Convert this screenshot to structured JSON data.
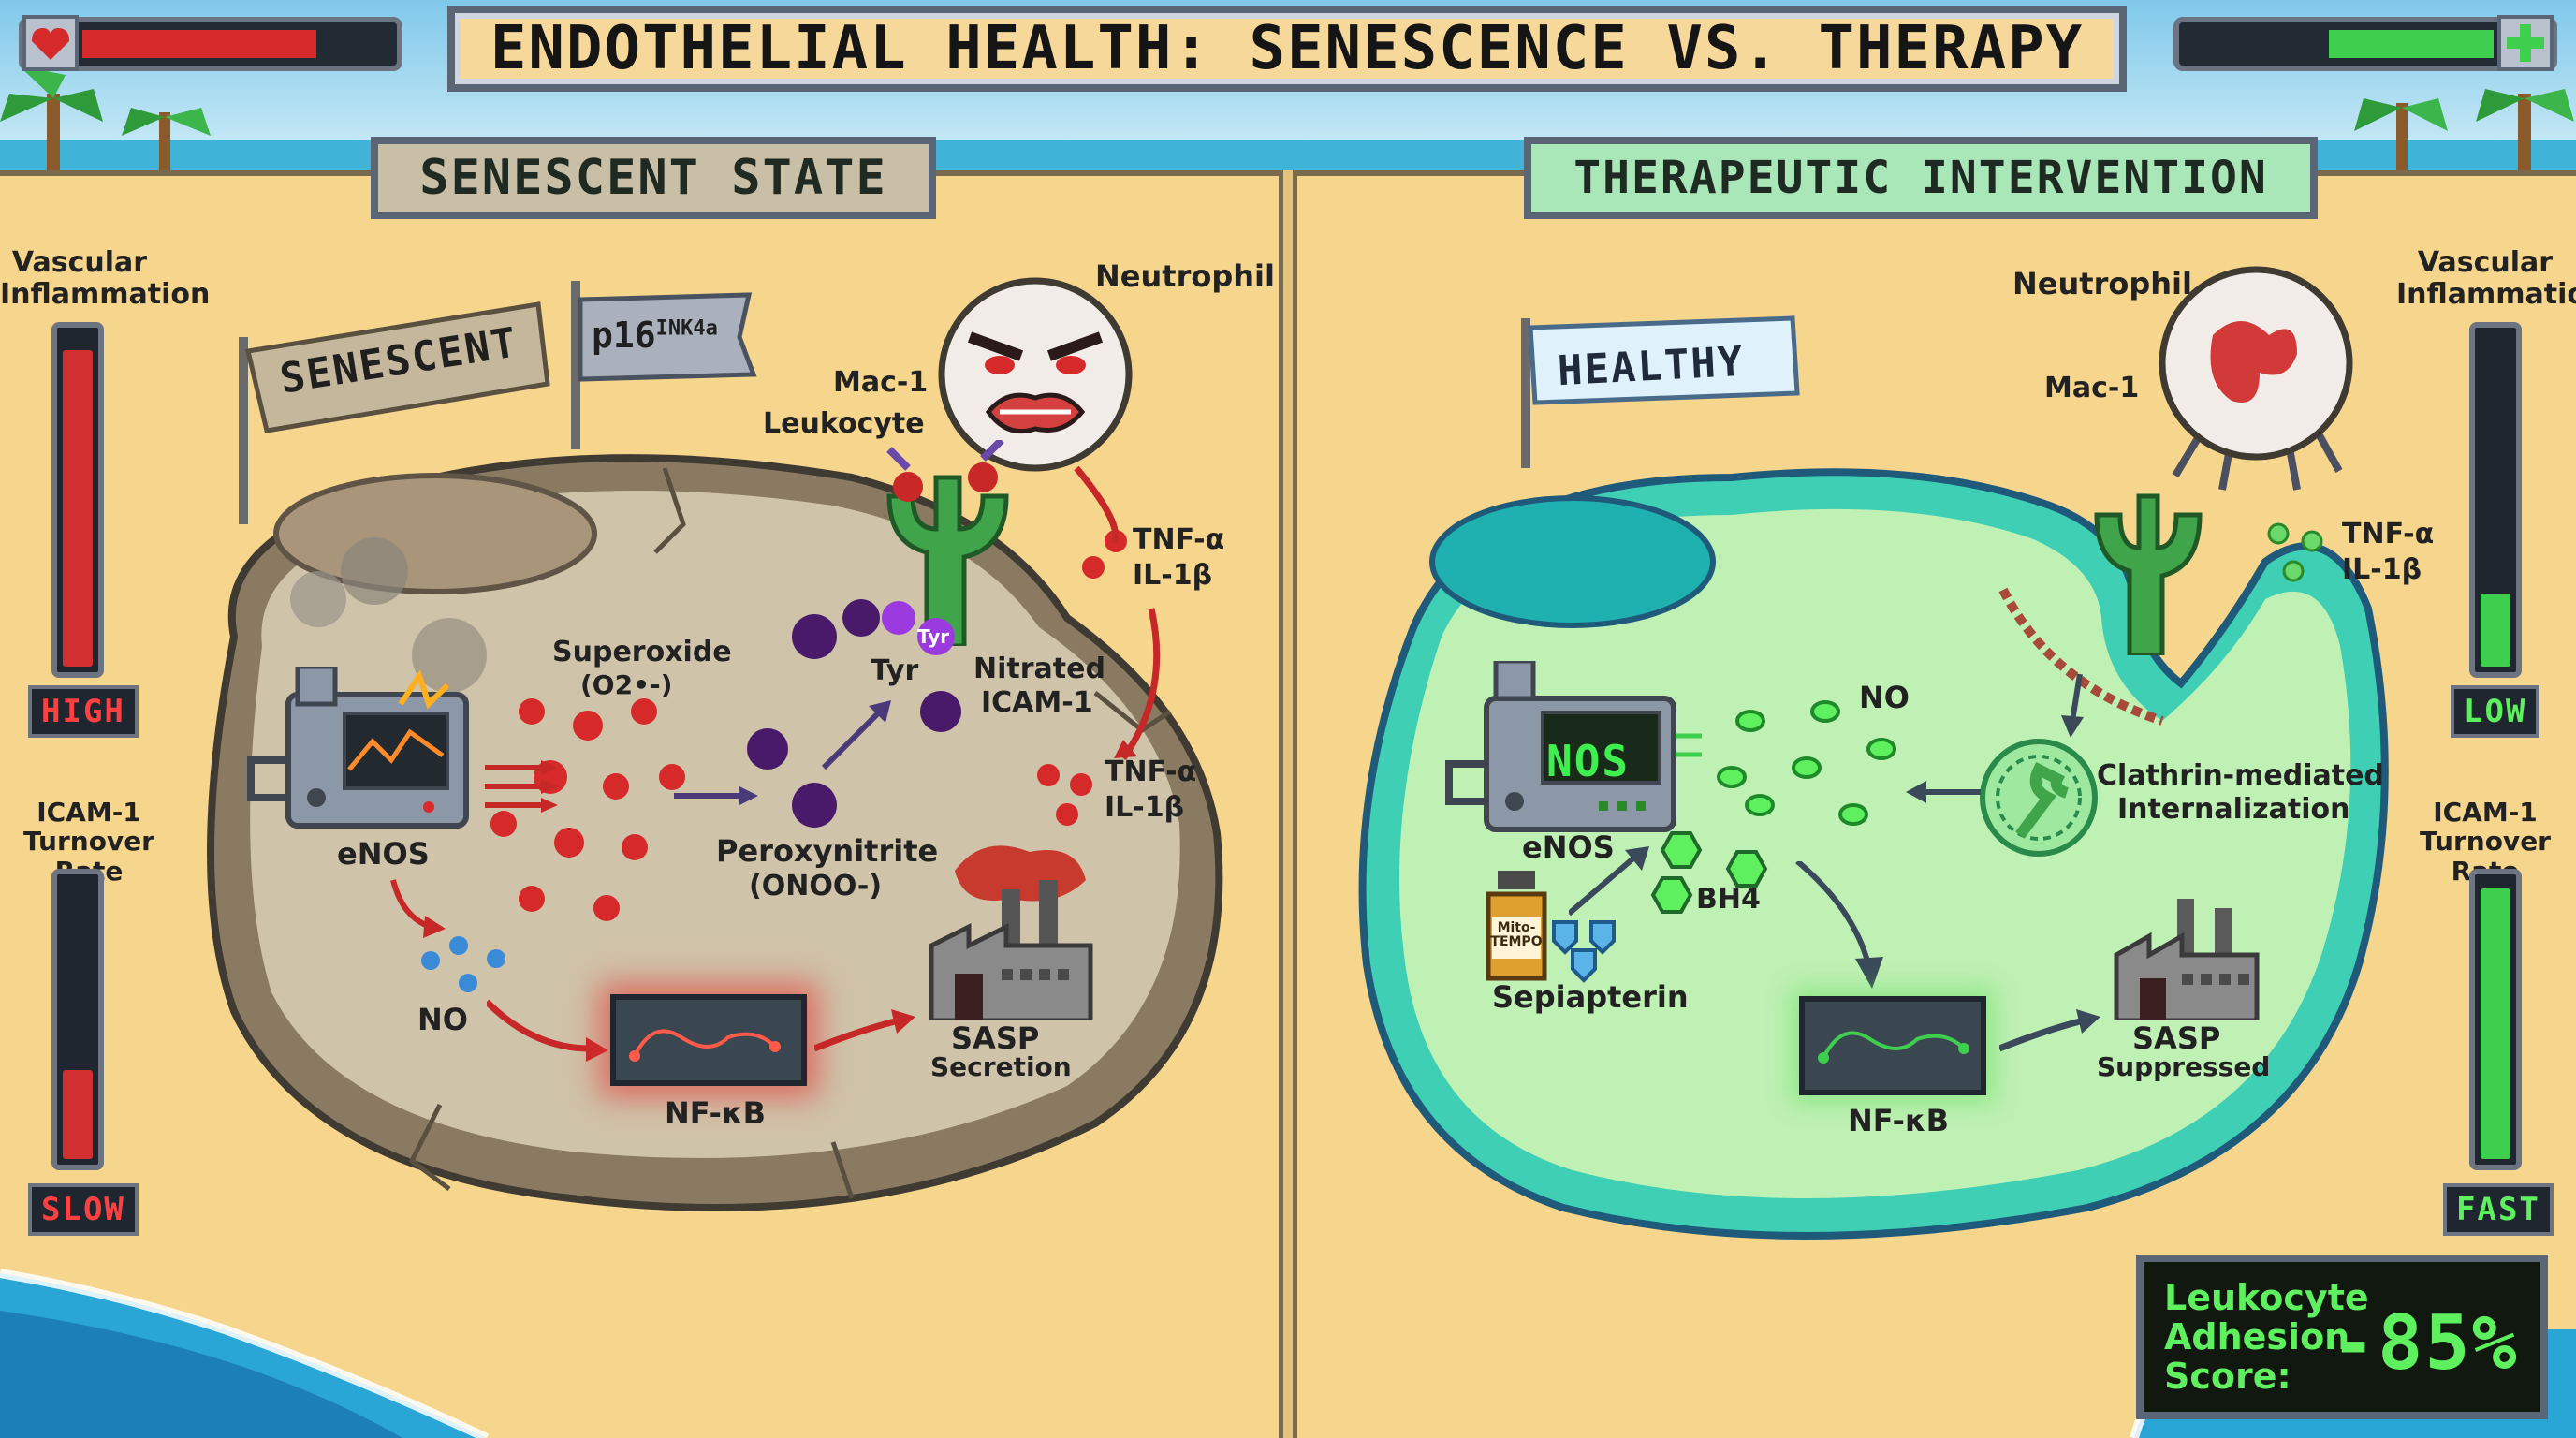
{
  "title": "ENDOTHELIAL HEALTH: SENESCENCE VS. THERAPY",
  "left": {
    "header": "SENESCENT STATE",
    "flag1": "SENESCENT",
    "flag2": "p16",
    "flag2_sup": "INK4a",
    "meter1": {
      "label": "Vascular Inflammation",
      "value": 0.95,
      "status": "HIGH"
    },
    "meter2": {
      "label": "ICAM-1 Turnover Rate",
      "value": 0.32,
      "status": "SLOW"
    },
    "labels": {
      "neutrophil": "Neutrophil",
      "mac1": "Mac-1",
      "leukocyte": "Leukocyte",
      "tnf1": "TNF-α",
      "il1": "IL-1β",
      "tnf2": "TNF-α",
      "il2": "IL-1β",
      "superoxide": "Superoxide",
      "superoxide_formula": "(O2•-)",
      "tyr": "Tyr",
      "tyr_badge": "Tyr",
      "nitrated": "Nitrated",
      "icam": "ICAM-1",
      "enos": "eNOS",
      "peroxy": "Peroxynitrite",
      "peroxy_formula": "(ONOO-)",
      "no": "NO",
      "nfkb": "NF-κB",
      "sasp": "SASP",
      "secretion": "Secretion"
    }
  },
  "right": {
    "header": "THERAPEUTIC INTERVENTION",
    "flag": "HEALTHY",
    "meter1": {
      "label": "Vascular Inflammation",
      "value": 0.22,
      "status": "LOW"
    },
    "meter2": {
      "label": "ICAM-1 Turnover Rate",
      "value": 0.97,
      "status": "FAST"
    },
    "labels": {
      "neutrophil": "Neutrophil",
      "mac1": "Mac-1",
      "tnf": "TNF-α",
      "il": "IL-1β",
      "nos_screen": "NOS",
      "no": "NO",
      "clathrin1": "Clathrin-mediated",
      "clathrin2": "Internalization",
      "enos": "eNOS",
      "bh4": "BH4",
      "mito1": "Mito-",
      "mito2": "TEMPO",
      "sepiapterin": "Sepiapterin",
      "nfkb": "NF-κB",
      "sasp": "SASP",
      "suppressed": "Suppressed"
    }
  },
  "health_bars": {
    "left_value": 0.78,
    "right_value": 0.55
  },
  "score": {
    "line1": "Leukocyte",
    "line2": "Adhesion",
    "line3": "Score:",
    "value": "-85%"
  },
  "colors": {
    "sand": "#f6d58c",
    "senescent_cell": "#cfc3a9",
    "healthy_cell": "#bff0b4",
    "danger": "#d63030",
    "good": "#3fcf4f"
  }
}
